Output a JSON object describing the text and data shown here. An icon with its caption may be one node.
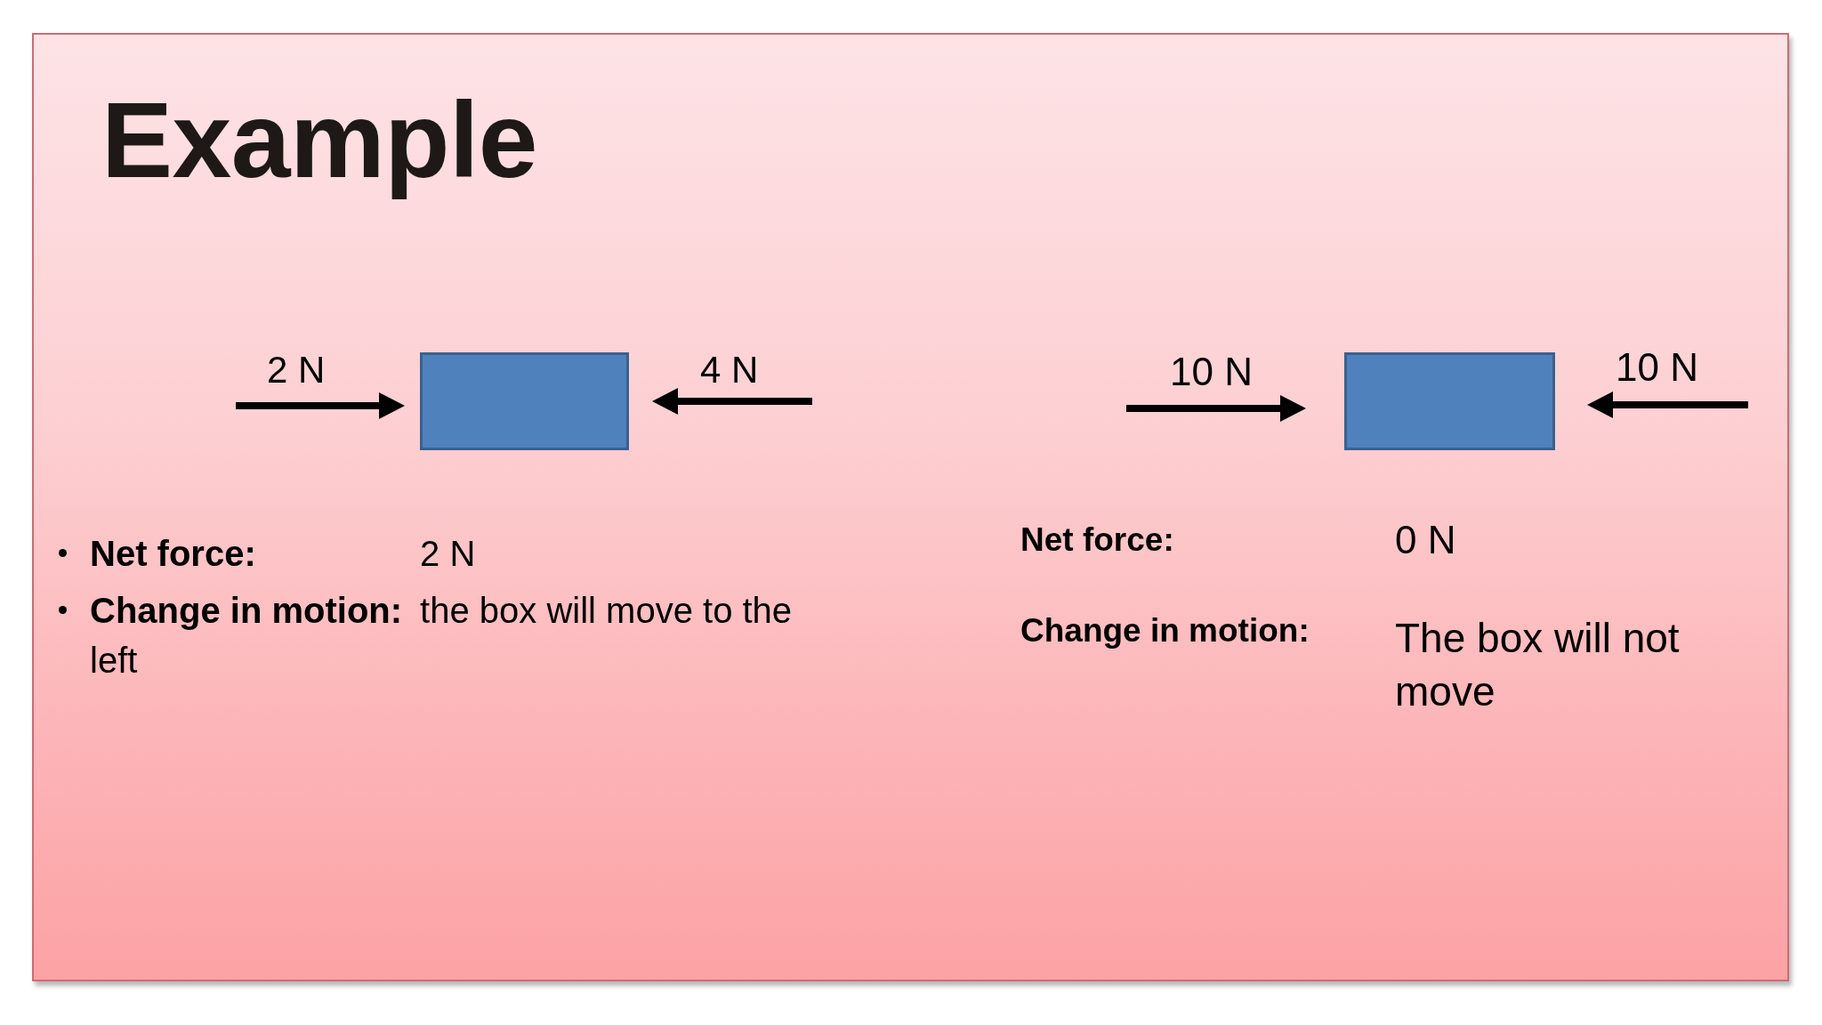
{
  "diagram": {
    "title": "Example",
    "nodes": [
      {
        "text": [],
        "shape": "box"
      },
      {
        "text": [],
        "shape": "box"
      }
    ],
    "labels": [
      "2 N",
      "4 N",
      "10 N",
      "10 N",
      "**Net force:** 2 N",
      "**Change in motion:** the box will move to the left",
      "Net force:",
      "0 N",
      "Change in motion:",
      "The box will not move"
    ]
  }
}
